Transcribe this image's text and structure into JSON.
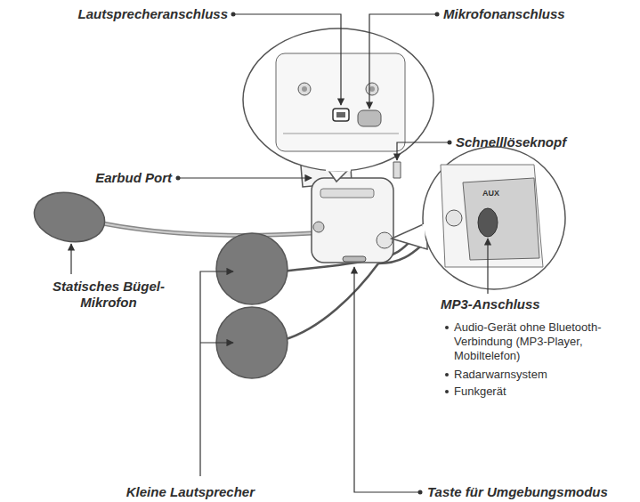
{
  "diagram": {
    "labels": [
      "Lautsprecheranschluss",
      "Mikrofonanschluss",
      "Schnelllöseknopf",
      "Earbud Port",
      "Statisches Bügel-Mikrofon",
      "AUX",
      "MP3-Anschluss",
      "Audio-Gerät ohne Bluetooth-Verbindung (MP3-Player, Mobiltelefon)",
      "Radarwarnsystem",
      "Funkgerät",
      "Kleine Lautsprecher",
      "Taste für Umgebungsmodus"
    ]
  }
}
